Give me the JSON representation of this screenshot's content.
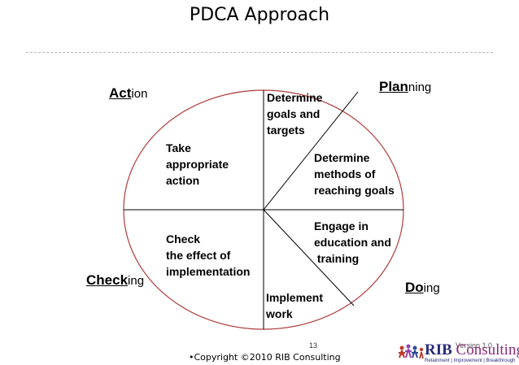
{
  "title": "PDCA Approach",
  "quadrants": {
    "action": {
      "bold": "Act",
      "rest": "ion"
    },
    "planning": {
      "bold": "Plan",
      "rest": "ning"
    },
    "checking": {
      "bold": "Check",
      "rest": "ing"
    },
    "doing": {
      "bold": "Do",
      "rest": "ing"
    }
  },
  "segments": {
    "determine_goals": [
      "Determine",
      "goals and",
      "targets"
    ],
    "determine_methods": [
      "Determine",
      "methods of",
      "reaching goals"
    ],
    "engage": [
      "Engage in",
      "education and",
      " training"
    ],
    "implement": [
      "Implement",
      "work"
    ],
    "check": [
      "Check",
      "the effect of",
      "implementation"
    ],
    "take_action": [
      "Take",
      "appropriate",
      "action"
    ]
  },
  "footer": {
    "page_number": "13",
    "copyright": "•Copyright ©2010 RIB Consulting",
    "version": "Version 1.0",
    "logo_brand_main": "RIB",
    "logo_brand_accent": "Consulting",
    "logo_tagline": "Retainment | Improvement | Breakthrough"
  },
  "colors": {
    "ellipse": "#b03a3a",
    "divider": "#000000",
    "logo_figures": [
      "#c0392b",
      "#8e44ad",
      "#2e4a9a",
      "#c0392b"
    ]
  }
}
